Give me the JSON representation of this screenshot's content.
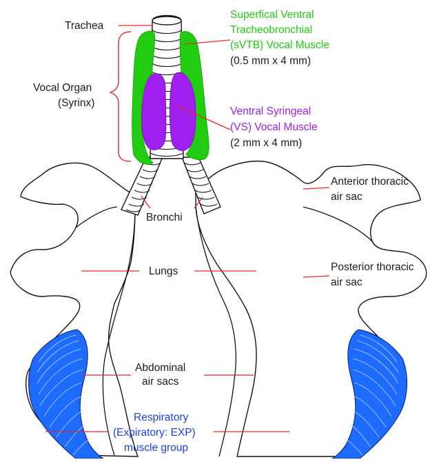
{
  "colors": {
    "sVTB_muscle": "#22cc11",
    "vs_muscle": "#a020f0",
    "resp_muscle": "#1e6bff",
    "leader_line": "#e0282c",
    "bracket": "#e0282c",
    "outline": "#111111",
    "label_text": "#1a1a1a",
    "resp_label_text": "#1e40e6"
  },
  "labels": {
    "trachea": "Trachea",
    "vocal_organ_1": "Vocal Organ",
    "vocal_organ_2": "(Syrinx)",
    "svtb_1": "Superfical Ventral",
    "svtb_2": "Tracheobronchial",
    "svtb_3": "(sVTB) Vocal Muscle",
    "svtb_size": "(0.5 mm x 4 mm)",
    "vs_1": "Ventral Syringeal",
    "vs_2": "(VS) Vocal Muscle",
    "vs_size": "(2 mm x 4 mm)",
    "bronchi": "Bronchi",
    "anterior_1": "Anterior thoracic",
    "anterior_2": "air sac",
    "lungs": "Lungs",
    "posterior_1": "Posterior thoracic",
    "posterior_2": "air sac",
    "abdominal_1": "Abdominal",
    "abdominal_2": "air sacs",
    "resp_1": "Respiratory",
    "resp_2": "(Expiratory: EXP)",
    "resp_3": "muscle group"
  }
}
